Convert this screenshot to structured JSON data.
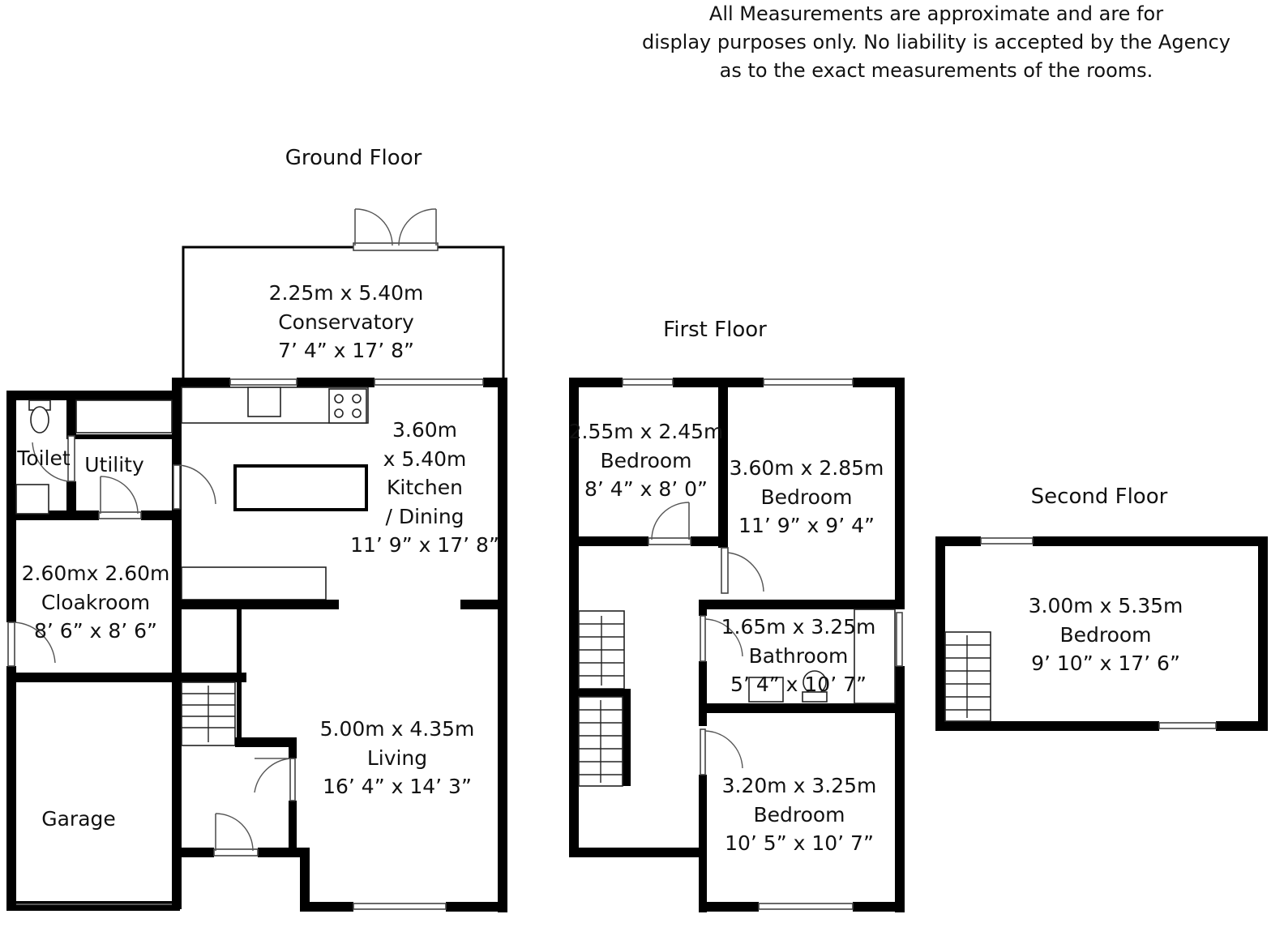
{
  "disclaimer": {
    "line1": "All Measurements are approximate and are for",
    "line2": "display purposes only. No liability is accepted by the Agency",
    "line3": "as to the exact measurements of the rooms."
  },
  "floors": {
    "ground": {
      "title": "Ground Floor",
      "rooms": {
        "conservatory": {
          "metric": "2.25m x 5.40m",
          "name": "Conservatory",
          "imperial": "7’ 4” x 17’ 8”"
        },
        "kitchen": {
          "metric_line1": "3.60m",
          "metric_line2": "x 5.40m",
          "name_line1": "Kitchen",
          "name_line2": "/ Dining",
          "imperial": "11’ 9” x 17’ 8”"
        },
        "toilet": {
          "name": "Toilet"
        },
        "utility": {
          "name": "Utility"
        },
        "cloakroom": {
          "metric": "2.60mx 2.60m",
          "name": "Cloakroom",
          "imperial": "8’ 6” x 8’ 6”"
        },
        "living": {
          "metric": "5.00m x 4.35m",
          "name": "Living",
          "imperial": "16’ 4” x 14’ 3”"
        },
        "garage": {
          "name": "Garage"
        }
      }
    },
    "first": {
      "title": "First Floor",
      "rooms": {
        "bedroom_a": {
          "metric": "2.55m x 2.45m",
          "name": "Bedroom",
          "imperial": "8’ 4” x 8’ 0”"
        },
        "bedroom_b": {
          "metric": "3.60m x 2.85m",
          "name": "Bedroom",
          "imperial": "11’ 9” x 9’ 4”"
        },
        "bathroom": {
          "metric": "1.65m x 3.25m",
          "name": "Bathroom",
          "imperial": "5’ 4” x 10’ 7”"
        },
        "bedroom_c": {
          "metric": "3.20m x 3.25m",
          "name": "Bedroom",
          "imperial": "10’ 5” x 10’ 7”"
        }
      }
    },
    "second": {
      "title": "Second Floor",
      "rooms": {
        "bedroom": {
          "metric": "3.00m x 5.35m",
          "name": "Bedroom",
          "imperial": "9’ 10” x 17’ 6”"
        }
      }
    }
  }
}
